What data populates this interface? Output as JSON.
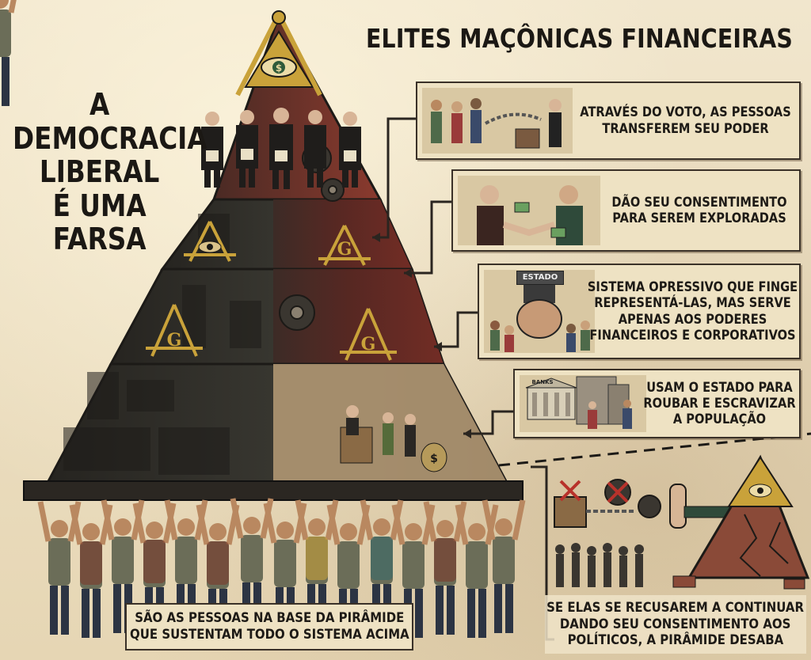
{
  "title": "ELITES MAÇÔNICAS FINANCEIRAS",
  "side_title": [
    "A DEMOCRACIA",
    "LIBERAL",
    "É UMA FARSA"
  ],
  "panels": [
    {
      "lines": [
        "ATRAVÉS DO VOTO, AS PESSOAS",
        "TRANSFEREM SEU PODER"
      ],
      "icon": "vote-chain-icon"
    },
    {
      "lines": [
        "DÃO SEU CONSENTIMENTO",
        "PARA SEREM EXPLORADAS"
      ],
      "icon": "handshake-icon"
    },
    {
      "lines": [
        "SISTEMA OPRESSIVO QUE FINGE",
        "REPRESENTÁ-LAS, MAS SERVE",
        "APENAS AOS PODERES",
        "FINANCEIROS E CORPORATIVOS"
      ],
      "icon": "fist-crowd-icon",
      "tag": "ESTADO"
    },
    {
      "lines": [
        "USAM O ESTADO PARA",
        "ROUBAR E ESCRAVIZAR",
        "A POPULAÇÃO"
      ],
      "icon": "bank-icon",
      "tag": "BANKS"
    }
  ],
  "bottom_caption": [
    "SÃO AS PESSOAS NA BASE DA PIRÂMIDE",
    "QUE SUSTENTAM TODO O SISTEMA ACIMA"
  ],
  "right_caption": [
    "SE ELAS SE RECUSAREM A CONTINUAR",
    "DANDO SEU CONSENTIMENTO AOS",
    "POLÍTICOS, A PIRÂMIDE DESABA"
  ],
  "colors": {
    "paper": "#efe3c8",
    "pyramid_red": "#6e2a24",
    "pyramid_dark": "#2f2b26",
    "gold": "#c9a23a",
    "ink": "#1b1814"
  }
}
